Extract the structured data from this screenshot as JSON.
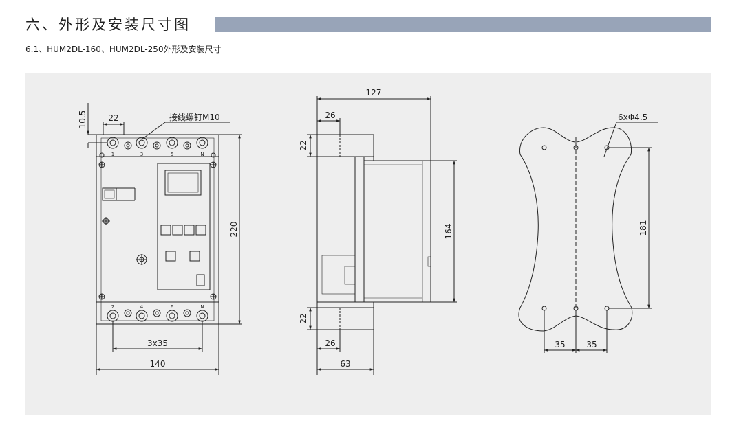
{
  "header": {
    "title": "六、外形及安装尺寸图",
    "subtitle": "6.1、HUM2DL-160、HUM2DL-250外形及安装尺寸"
  },
  "colors": {
    "title_bar": "#98a4b8",
    "panel": "#eeeeee",
    "line": "#222222"
  },
  "front_view": {
    "dim_top": "10.5",
    "dim_pitch": "22",
    "screw_label": "接线螺钉M10",
    "dim_height": "220",
    "dim_pole_spacing": "3x35",
    "dim_width": "140",
    "top_terminal_numbers": [
      "1",
      "3",
      "5",
      "N"
    ],
    "bottom_terminal_numbers": [
      "2",
      "4",
      "6",
      "N"
    ]
  },
  "side_view": {
    "dim_depth": "127",
    "dim_top_offset": "26",
    "dim_top_flange": "22",
    "dim_body": "164",
    "dim_bottom_flange": "22",
    "dim_bottom_offset": "26",
    "dim_base": "63"
  },
  "mount_view": {
    "hole_label": "6xΦ4.5",
    "dim_vertical": "181",
    "dim_left": "35",
    "dim_right": "35"
  }
}
